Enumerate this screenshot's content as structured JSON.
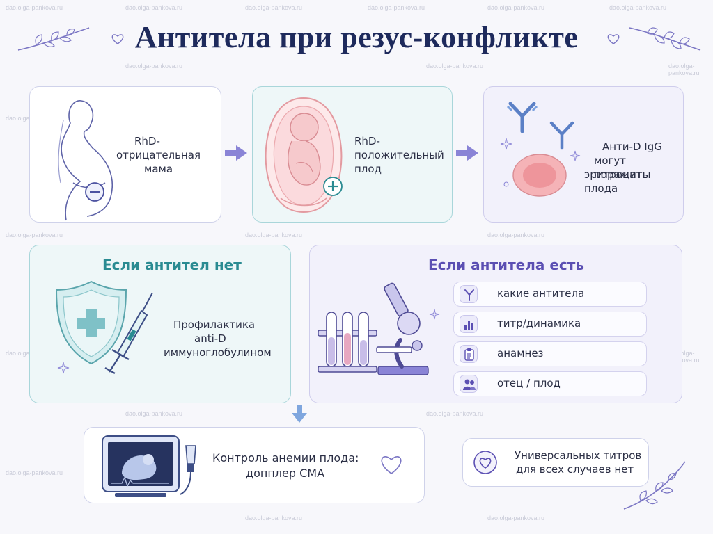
{
  "title": "Антитела при резус-конфликте",
  "watermark": "dao.olga-pankova.ru",
  "step_mother": {
    "line1": "RhD-",
    "line2": "отрицательная",
    "line3": "мама"
  },
  "step_fetus": {
    "line1": "RhD-",
    "line2": "положительный",
    "line3": "плод"
  },
  "step_antibody": {
    "line1": "Анти-D IgG",
    "line2": "могут поражать",
    "line3": "эритроциты плода"
  },
  "no_antibodies": {
    "heading": "Если антител нет",
    "line1": "Профилактика",
    "line2": "anti-D",
    "line3": "иммуноглобулином"
  },
  "has_antibodies": {
    "heading": "Если антитела есть",
    "items": [
      {
        "label": "какие антитела",
        "icon": "antibody-icon"
      },
      {
        "label": "титр/динамика",
        "icon": "bar-chart-icon"
      },
      {
        "label": "анамнез",
        "icon": "clipboard-icon"
      },
      {
        "label": "отец / плод",
        "icon": "people-icon"
      }
    ]
  },
  "monitoring": {
    "line1": "Контроль анемии плода:",
    "line2": "допплер СМА"
  },
  "note": {
    "line1": "Универсальных титров",
    "line2": "для всех случаев нет"
  },
  "colors": {
    "navy": "#1e2a5c",
    "teal": "#2a8b92",
    "purple": "#5b4fb3",
    "arrow": "#8a84d6"
  }
}
